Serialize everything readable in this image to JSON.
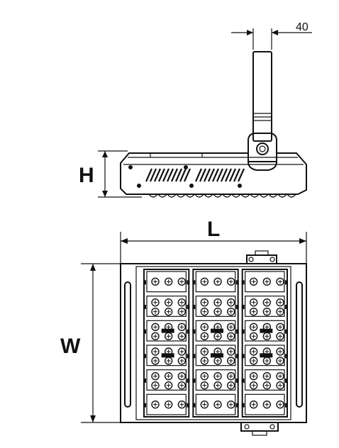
{
  "dimensions": {
    "bracket_width": "40",
    "height": "H",
    "length": "L",
    "width": "W"
  },
  "colors": {
    "line": "#111111",
    "background": "#ffffff"
  },
  "led_grid": {
    "columns": 3,
    "boards_per_column": 6
  }
}
